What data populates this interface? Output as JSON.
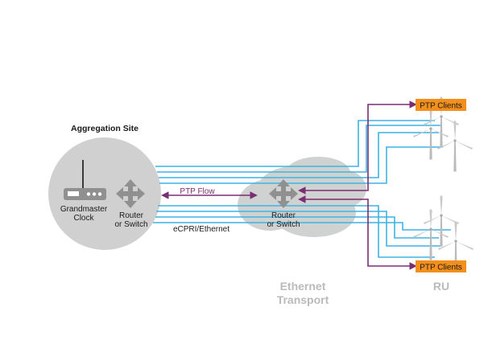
{
  "aggregation_site": {
    "title": "Aggregation Site",
    "grandmaster_line1": "Grandmaster",
    "grandmaster_line2": "Clock",
    "router_line1": "Router",
    "router_line2": "or Switch"
  },
  "links": {
    "ptp_flow": "PTP Flow",
    "ecpri": "eCPRI/Ethernet"
  },
  "transport": {
    "router_line1": "Router",
    "router_line2": "or Switch",
    "title_line1": "Ethernet",
    "title_line2": "Transport"
  },
  "ru": {
    "label": "RU",
    "ptp_clients_top": "PTP Clients",
    "ptp_clients_bottom": "PTP Clients"
  },
  "colors": {
    "ptp_line": "#7b2d73",
    "ethernet_line": "#3cb4e5",
    "cloud": "#d0d2d1",
    "circle": "#cfd0cf",
    "icon_gray": "#8f908f",
    "client_box": "#f38f1d",
    "transport_text": "#b9bbba"
  }
}
